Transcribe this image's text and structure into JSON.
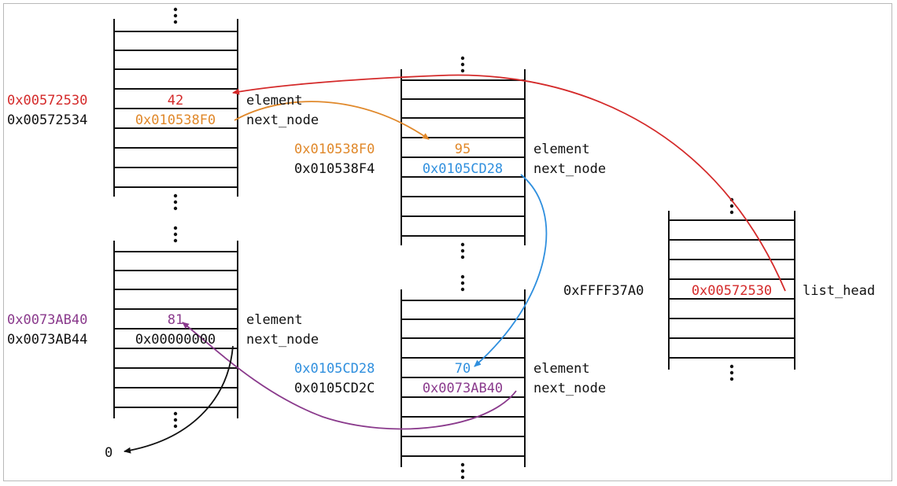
{
  "colors": {
    "red": "#d42a2a",
    "orange": "#e0882a",
    "blue": "#2f8fde",
    "purple": "#8a3a8c",
    "black": "#111111"
  },
  "node_42": {
    "element_address": "0x00572530",
    "element_value": "42",
    "element_label": "element",
    "next_address": "0x00572534",
    "next_value": "0x010538F0",
    "next_label": "next_node"
  },
  "node_95": {
    "element_address": "0x010538F0",
    "element_value": "95",
    "element_label": "element",
    "next_address": "0x010538F4",
    "next_value": "0x0105CD28",
    "next_label": "next_node"
  },
  "node_70": {
    "element_address": "0x0105CD28",
    "element_value": "70",
    "element_label": "element",
    "next_address": "0x0105CD2C",
    "next_value": "0x0073AB40",
    "next_label": "next_node"
  },
  "node_81": {
    "element_address": "0x0073AB40",
    "element_value": "81",
    "element_label": "element",
    "next_address": "0x0073AB44",
    "next_value": "0x00000000",
    "next_label": "next_node"
  },
  "list_head": {
    "address": "0xFFFF37A0",
    "value": "0x00572530",
    "label": "list_head"
  },
  "null_label": "0"
}
